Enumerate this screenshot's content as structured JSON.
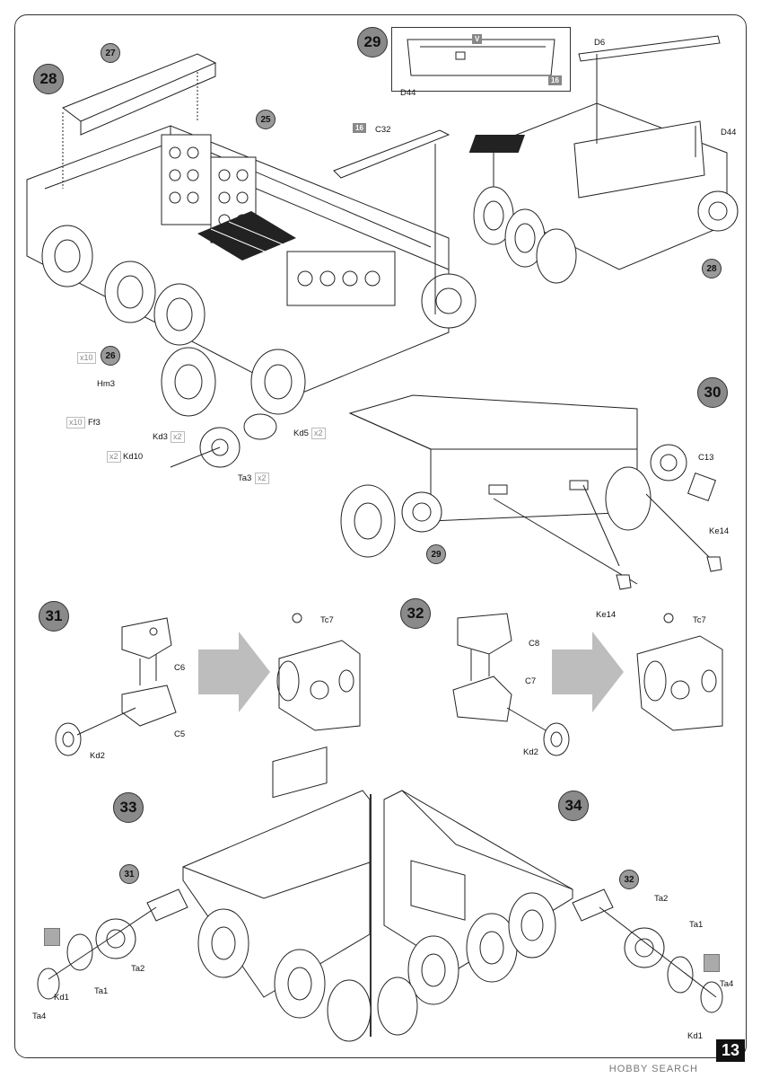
{
  "page": {
    "number": "13",
    "watermark": "HOBBY SEARCH"
  },
  "steps": {
    "s25": "25",
    "s26": "26",
    "s27": "27",
    "s28": "28",
    "s28b": "28",
    "s29": "29",
    "s29b": "29",
    "s30": "30",
    "s31": "31",
    "s31b": "31",
    "s32": "32",
    "s32b": "32",
    "s33": "33",
    "s34": "34"
  },
  "labels": {
    "C32": "C32",
    "D6": "D6",
    "D44a": "D44",
    "D44b": "D44",
    "Hm3": "Hm3",
    "Ff3": "Ff3",
    "Kd3": "Kd3",
    "Kd10": "Kd10",
    "Kd5": "Kd5",
    "Ta3": "Ta3",
    "C13": "C13",
    "Ke14a": "Ke14",
    "Ke14b": "Ke14",
    "C6": "C6",
    "C5": "C5",
    "Kd2a": "Kd2",
    "Tc7a": "Tc7",
    "C8": "C8",
    "C7": "C7",
    "Kd2b": "Kd2",
    "Tc7b": "Tc7",
    "Kd1a": "Kd1",
    "Ta4a": "Ta4",
    "Ta1a": "Ta1",
    "Ta2a": "Ta2",
    "Kd1b": "Kd1",
    "Ta4b": "Ta4",
    "Ta1b": "Ta1",
    "Ta2b": "Ta2"
  },
  "quantities": {
    "q10a": "x10",
    "q10b": "x10",
    "q2a": "x2",
    "q2b": "x2",
    "q2c": "x2",
    "q2d": "x2"
  },
  "tags": {
    "t16a": "16",
    "t16b": "16",
    "tV": "V"
  },
  "colors": {
    "step_fill": "#8a8a8a",
    "arrow_fill": "#bdbdbd",
    "line": "#222222"
  }
}
